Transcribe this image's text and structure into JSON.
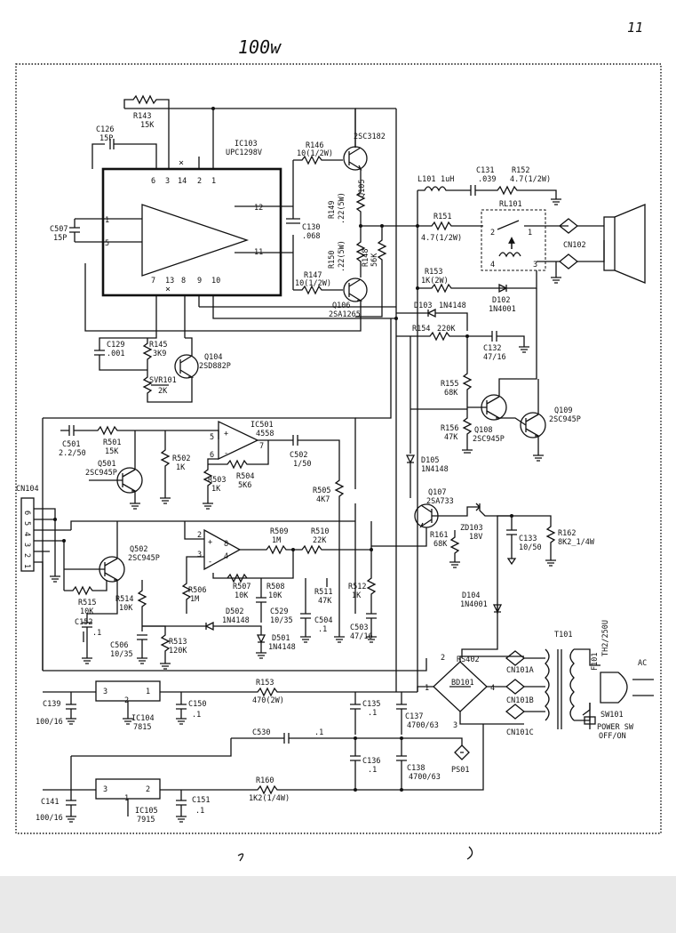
{
  "title": "100w",
  "page_mark": "11",
  "ic_main": {
    "ref": "IC103",
    "part": "UPC1298V",
    "pins": [
      "1",
      "5",
      "6",
      "3",
      "14",
      "2",
      "1",
      "12",
      "11",
      "7",
      "13",
      "8",
      "9",
      "10"
    ]
  },
  "opamp": {
    "ref": "IC501",
    "part": "4558",
    "pins": [
      "5",
      "6",
      "7",
      "2",
      "3",
      "8",
      "4"
    ]
  },
  "connectors": {
    "cn104": "CN104",
    "cn104_pins": [
      "6",
      "5",
      "4",
      "3",
      "2",
      "1"
    ],
    "cn102": "CN102",
    "cn101a": "CN101A",
    "cn101b": "CN101B",
    "cn101c": "CN101C"
  },
  "transistors": [
    {
      "ref": "Q105",
      "part": "2SC3182"
    },
    {
      "ref": "Q106",
      "part": "2SA1265"
    },
    {
      "ref": "Q104",
      "part": "2SD882P"
    },
    {
      "ref": "Q501",
      "part": "2SC945P"
    },
    {
      "ref": "Q502",
      "part": "2SC945P"
    },
    {
      "ref": "Q107",
      "part": "2SA733"
    },
    {
      "ref": "Q108",
      "part": "2SC945P"
    },
    {
      "ref": "Q109",
      "part": "2SC945P"
    }
  ],
  "resistors": {
    "r143": {
      "ref": "R143",
      "val": "15K"
    },
    "r146": {
      "ref": "R146",
      "val": "10(1/2W)"
    },
    "r149": {
      "ref": "R149",
      "val": ".22(5W)"
    },
    "r150": {
      "ref": "R150",
      "val": ".22(5W)"
    },
    "r148": {
      "ref": "R148",
      "val": "56K"
    },
    "r147": {
      "ref": "R147",
      "val": "10(1/2W)"
    },
    "r145": {
      "ref": "R145",
      "val": "3K9"
    },
    "svr101": {
      "ref": "SVR101",
      "val": "2K"
    },
    "r151": {
      "ref": "R151",
      "val": "4.7(1/2W)"
    },
    "r152": {
      "ref": "R152",
      "val": "4.7(1/2W)"
    },
    "r153": {
      "ref": "R153",
      "val": "1K(2W)"
    },
    "r154": {
      "ref": "R154",
      "val": "220K"
    },
    "r155": {
      "ref": "R155",
      "val": "68K"
    },
    "r156": {
      "ref": "R156",
      "val": "47K"
    },
    "r161": {
      "ref": "R161",
      "val": "68K"
    },
    "r162": {
      "ref": "R162",
      "val": "8K2_1/4W"
    },
    "r501": {
      "ref": "R501",
      "val": "15K"
    },
    "r502": {
      "ref": "R502",
      "val": "1K"
    },
    "r503": {
      "ref": "R503",
      "val": "1K"
    },
    "r504": {
      "ref": "R504",
      "val": "5K6"
    },
    "r505": {
      "ref": "R505",
      "val": "4K7"
    },
    "r509": {
      "ref": "R509",
      "val": "1M"
    },
    "r510": {
      "ref": "R510",
      "val": "22K"
    },
    "r515": {
      "ref": "R515",
      "val": "10K"
    },
    "r514": {
      "ref": "R514",
      "val": "10K"
    },
    "r513": {
      "ref": "R513",
      "val": "120K"
    },
    "r506": {
      "ref": "R506",
      "val": "1M"
    },
    "r507": {
      "ref": "R507",
      "val": "10K"
    },
    "r508": {
      "ref": "R508",
      "val": "10K"
    },
    "r511": {
      "ref": "R511",
      "val": "47K"
    },
    "r512": {
      "ref": "R512",
      "val": "1K"
    },
    "r153b": {
      "ref": "R153",
      "val": "470(2W)"
    },
    "r160": {
      "ref": "R160",
      "val": "1K2(1/4W)"
    }
  },
  "capacitors": {
    "c126": {
      "ref": "C126",
      "val": "15P"
    },
    "c507": {
      "ref": "C507",
      "val": "15P"
    },
    "c130": {
      "ref": "C130",
      "val": ".068"
    },
    "c129": {
      "ref": "C129",
      "val": ".001"
    },
    "c131": {
      "ref": "C131",
      "val": ".039"
    },
    "c132": {
      "ref": "C132",
      "val": "47/16"
    },
    "c501": {
      "ref": "C501",
      "val": "2.2/50"
    },
    "c502": {
      "ref": "C502",
      "val": "1/50"
    },
    "c133": {
      "ref": "C133",
      "val": "10/50"
    },
    "c152": {
      "ref": "C152",
      "val": ".1"
    },
    "c506": {
      "ref": "C506",
      "val": "10/35"
    },
    "c529": {
      "ref": "C529",
      "val": "10/35"
    },
    "c504": {
      "ref": "C504",
      "val": ".1"
    },
    "c503": {
      "ref": "C503",
      "val": "47/16"
    },
    "c139": {
      "ref": "C139",
      "val": "100/16"
    },
    "c150": {
      "ref": "C150",
      "val": ".1"
    },
    "c135": {
      "ref": "C135",
      "val": ".1"
    },
    "c137": {
      "ref": "C137",
      "val": "4700/63"
    },
    "c530": {
      "ref": "C530",
      "val": ".1"
    },
    "c136": {
      "ref": "C136",
      "val": ".1"
    },
    "c138": {
      "ref": "C138",
      "val": "4700/63"
    },
    "c141": {
      "ref": "C141",
      "val": "100/16"
    },
    "c151": {
      "ref": "C151",
      "val": ".1"
    }
  },
  "diodes": {
    "d103": {
      "ref": "D103",
      "val": "1N4148"
    },
    "d102": {
      "ref": "D102",
      "val": "1N4001"
    },
    "d105": {
      "ref": "D105",
      "val": "1N4148"
    },
    "zd103": {
      "ref": "ZD103",
      "val": "18V"
    },
    "d104": {
      "ref": "D104",
      "val": "1N4001"
    },
    "d502": {
      "ref": "D502",
      "val": "1N4148"
    },
    "d501": {
      "ref": "D501",
      "val": "1N4148"
    },
    "bd101": {
      "ref": "BD101"
    }
  },
  "inductor": {
    "ref": "L101",
    "val": "1uH"
  },
  "relay": {
    "ref": "RL101"
  },
  "regulators": [
    {
      "ref": "IC104",
      "part": "7815",
      "pins": [
        "3",
        "2",
        "1"
      ]
    },
    {
      "ref": "IC105",
      "part": "7915",
      "pins": [
        "3",
        "1",
        "2"
      ]
    }
  ],
  "bridge_pins": [
    "1",
    "2",
    "3",
    "4"
  ],
  "rs402": "RS402",
  "ps01": "PS01",
  "transformer": {
    "ref": "T101",
    "note": "TH2/250U"
  },
  "fuse": {
    "ref": "F101"
  },
  "switch": {
    "ref": "SW101",
    "label_line1": "POWER SW",
    "label_line2": "OFF/ON"
  },
  "ac_label": "AC"
}
